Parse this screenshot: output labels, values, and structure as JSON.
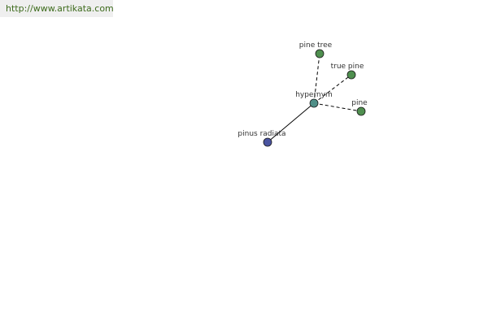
{
  "banner": {
    "url_text": "http://www.artikata.com"
  },
  "graph": {
    "colors": {
      "center_node": "#4f8f88",
      "synonym_node": "#4f8f4f",
      "source_node": "#4a54a0"
    },
    "nodes": {
      "center": {
        "label": "hypernym"
      },
      "pine_tree": {
        "label": "pine tree"
      },
      "true_pine": {
        "label": "true pine"
      },
      "pine": {
        "label": "pine"
      },
      "pinus_radiata": {
        "label": "pinus radiata"
      }
    },
    "edges": [
      {
        "from": "center",
        "to": "pine_tree",
        "style": "dashed"
      },
      {
        "from": "center",
        "to": "true_pine",
        "style": "dashed"
      },
      {
        "from": "center",
        "to": "pine",
        "style": "dashed"
      },
      {
        "from": "center",
        "to": "pinus_radiata",
        "style": "solid"
      }
    ]
  }
}
